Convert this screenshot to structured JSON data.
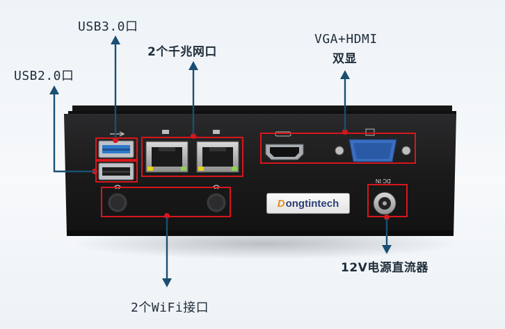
{
  "labels": {
    "usb3": "USB3.0口",
    "usb2": "USB2.0口",
    "lan": "2个千兆网口",
    "vga_hdmi_line1": "VGA+HDMI",
    "vga_hdmi_line2": "双显",
    "wifi": "2个WiFi接口",
    "dc": "12V电源直流器"
  },
  "logo": {
    "first_letter": "D",
    "rest": "ongtintech"
  },
  "dc_port_label": "DC IN",
  "colors": {
    "callout_red": "#d8161c",
    "arrow_blue": "#1b4f72",
    "chassis": "#1c1c1e",
    "usb3_blue": "#2f79c9",
    "vga_blue": "#3b6ec0"
  }
}
